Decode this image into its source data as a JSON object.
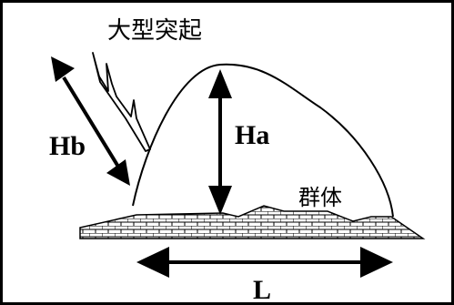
{
  "labels": {
    "macro_projection": "大型突起",
    "height_a": "Ha",
    "height_b": "Hb",
    "colony": "群体",
    "length": "L"
  },
  "colors": {
    "ink": "#000000",
    "background": "#ffffff"
  }
}
